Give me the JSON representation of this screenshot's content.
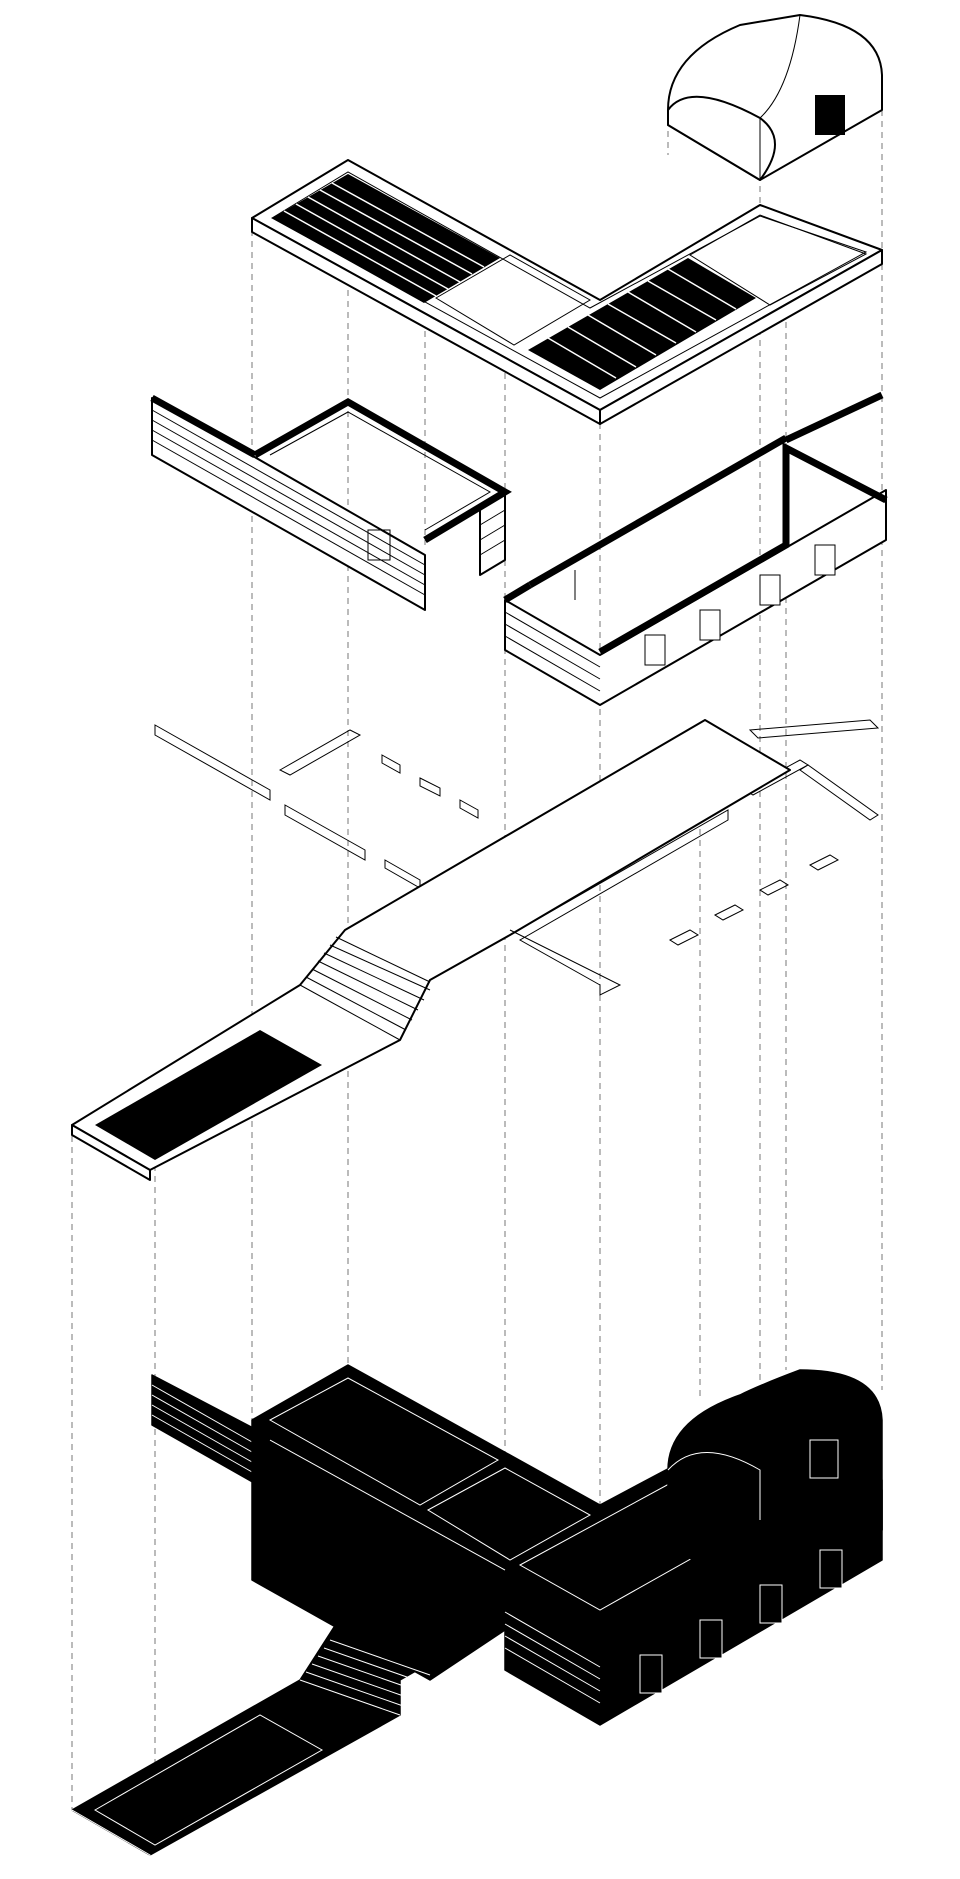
{
  "diagram": {
    "type": "exploded axonometric architectural drawing",
    "background_color": "#ffffff",
    "ink_color": "#000000",
    "guide_color": "#777777",
    "layers": [
      {
        "id": "vaulted-roof-volume",
        "icon": "barrel-vault"
      },
      {
        "id": "roof-slab-with-skylights",
        "icon": "roof-plan"
      },
      {
        "id": "walls-level",
        "icon": "wall-boxes"
      },
      {
        "id": "platform-with-stairs-and-pool",
        "icon": "platform"
      },
      {
        "id": "assembled-building",
        "icon": "solid-model"
      }
    ]
  }
}
